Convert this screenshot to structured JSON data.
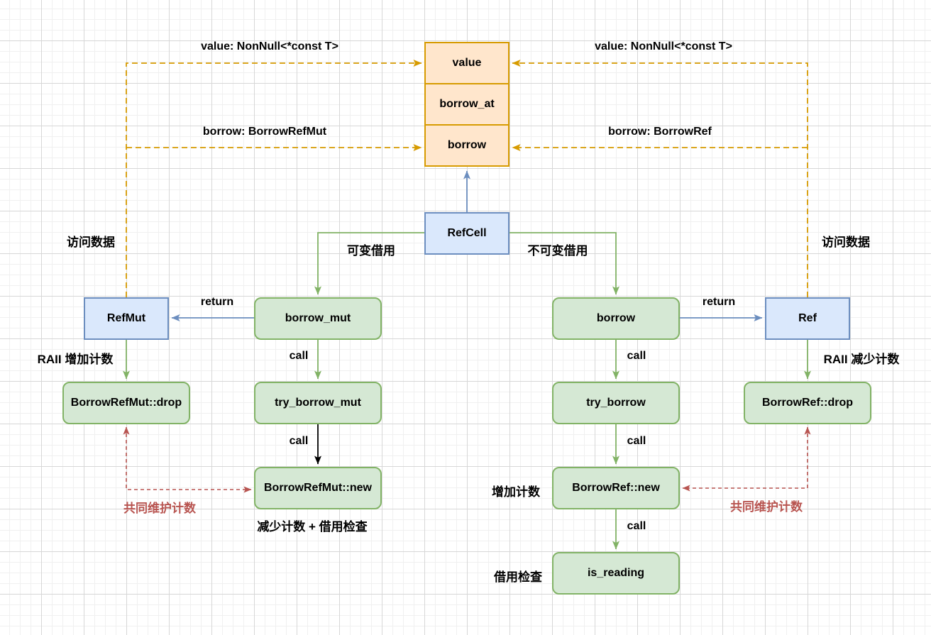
{
  "struct": {
    "fields": [
      {
        "id": "value",
        "label": "value"
      },
      {
        "id": "borrow_at",
        "label": "borrow_at"
      },
      {
        "id": "borrow",
        "label": "borrow"
      }
    ]
  },
  "nodes": {
    "refcell": "RefCell",
    "refmut": "RefMut",
    "borrow_mut": "borrow_mut",
    "borrow_fn": "borrow",
    "ref": "Ref",
    "borrowrefmut_drop": "BorrowRefMut::drop",
    "try_borrow_mut": "try_borrow_mut",
    "try_borrow": "try_borrow",
    "borrowref_drop": "BorrowRef::drop",
    "borrowrefmut_new": "BorrowRefMut::new",
    "borrowref_new": "BorrowRef::new",
    "is_reading": "is_reading"
  },
  "labels": {
    "value_field_left": "value: NonNull<*const T>",
    "value_field_right": "value: NonNull<*const T>",
    "borrow_field_left": "borrow: BorrowRefMut",
    "borrow_field_right": "borrow: BorrowRef",
    "access_data_left": "访问数据",
    "access_data_right": "访问数据",
    "mutable_borrow": "可变借用",
    "immutable_borrow": "不可变借用",
    "return_left": "return",
    "return_right": "return",
    "raii_increment": "RAII 增加计数",
    "raii_decrement": "RAII 减少计数",
    "call_1": "call",
    "call_2": "call",
    "call_3": "call",
    "call_4": "call",
    "call_5": "call",
    "maintain_count_left": "共同维护计数",
    "maintain_count_right": "共同维护计数",
    "increment_count": "增加计数",
    "reduce_count_borrow_check": "减少计数 + 借用检查",
    "borrow_check": "借用检查"
  },
  "colors": {
    "orange_border": "#d79b00",
    "orange_fill": "#ffe6cc",
    "blue_border": "#6c8ebf",
    "blue_fill": "#dae8fc",
    "green_border": "#82b366",
    "green_fill": "#d5e8d4",
    "red_edge": "#b85450",
    "black_edge": "#000000",
    "grid_major": "#d7d7d7",
    "grid_minor": "#f0f0f0"
  }
}
